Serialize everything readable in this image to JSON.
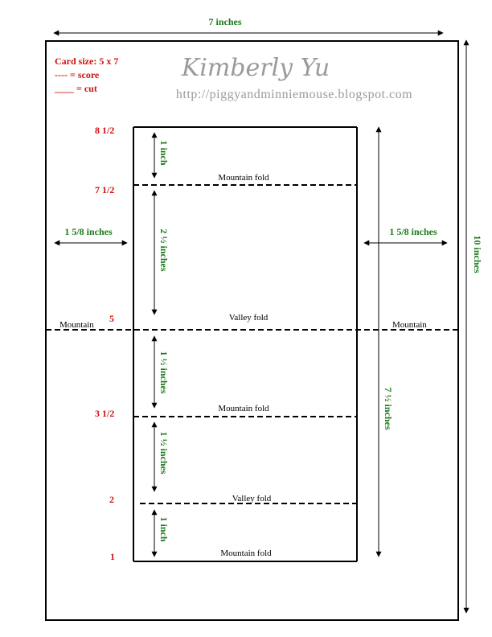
{
  "header": {
    "card_size": "Card size: 5 x 7",
    "score_legend": "---- = score",
    "cut_legend": "____ = cut",
    "author_name": "Kimberly Yu",
    "author_url": "http://piggyandminniemouse.blogspot.com"
  },
  "dimensions": {
    "width": "7 inches",
    "height": "10 inches",
    "left_margin": "1 5/8 inches",
    "right_margin": "1 5/8 inches",
    "total_height": "7 ½ inches"
  },
  "markers": {
    "m1": "8 1/2",
    "m2": "7 1/2",
    "m3": "5",
    "m4": "3 1/2",
    "m5": "2",
    "m6": "1"
  },
  "segments": {
    "s1": "1 inch",
    "s2": "2 ½ inches",
    "s3": "1 ½ inches",
    "s4": "1 ½ inches",
    "s5": "1 inch"
  },
  "folds": {
    "f1": "Mountain fold",
    "f2": "Valley fold",
    "f3": "Mountain fold",
    "f4": "Valley fold",
    "f5": "Mountain fold",
    "side_left": "Mountain",
    "side_right": "Mountain"
  },
  "colors": {
    "dimension_text": "#1a7a1a",
    "marker_text": "#d01010",
    "watermark": "#9a9a9a"
  }
}
